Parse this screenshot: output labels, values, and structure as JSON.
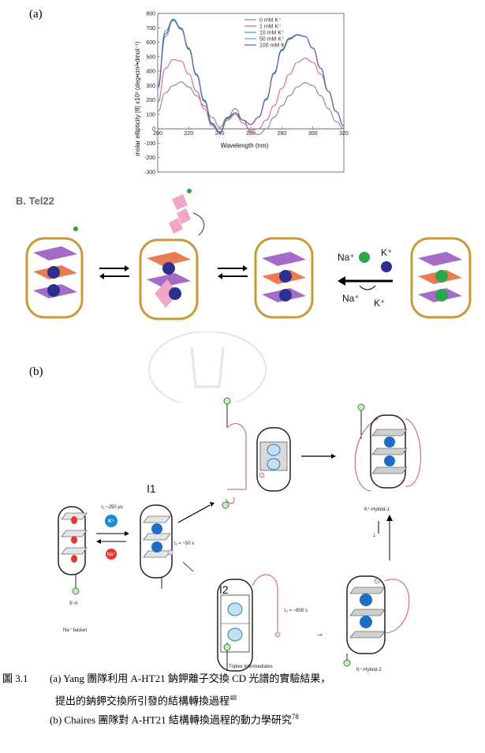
{
  "labels": {
    "panel_a": "(a)",
    "panel_b": "(b)",
    "tel22": "B. Tel22"
  },
  "chart_data": {
    "type": "line",
    "xlabel": "Wavelength (nm)",
    "ylabel": "molar ellipticity [θ] x10³ (deg•cm²•dmol⁻¹)",
    "xlim": [
      200,
      320
    ],
    "ylim": [
      -300,
      800
    ],
    "xticks": [
      "200",
      "220",
      "240",
      "260",
      "280",
      "300",
      "320"
    ],
    "yticks": [
      "800",
      "700",
      "600",
      "500",
      "400",
      "300",
      "200",
      "100",
      "0",
      "-100",
      "-200",
      "-300"
    ],
    "legend_position": "top-right",
    "x": [
      200,
      205,
      210,
      215,
      220,
      225,
      230,
      235,
      240,
      245,
      250,
      255,
      260,
      265,
      270,
      275,
      280,
      285,
      290,
      295,
      300,
      305,
      310,
      315,
      320
    ],
    "series": [
      {
        "name": "0 mM K⁺",
        "color": "#888888",
        "values": [
          120,
          250,
          300,
          325,
          290,
          230,
          160,
          80,
          10,
          80,
          140,
          60,
          -20,
          -40,
          0,
          80,
          160,
          230,
          290,
          320,
          300,
          230,
          140,
          50,
          0
        ]
      },
      {
        "name": "1 mM K⁺",
        "color": "#d6658f",
        "values": [
          180,
          420,
          480,
          470,
          380,
          260,
          140,
          20,
          -30,
          60,
          100,
          40,
          -10,
          0,
          60,
          160,
          280,
          380,
          460,
          490,
          460,
          380,
          260,
          120,
          20
        ]
      },
      {
        "name": "10 mM K⁺",
        "color": "#3aa38a",
        "values": [
          300,
          680,
          760,
          700,
          560,
          380,
          200,
          40,
          -20,
          80,
          110,
          60,
          30,
          80,
          200,
          380,
          540,
          620,
          650,
          640,
          560,
          420,
          260,
          120,
          20
        ]
      },
      {
        "name": "50 mM K⁺",
        "color": "#5aa0d8",
        "values": [
          280,
          640,
          750,
          690,
          550,
          370,
          190,
          30,
          -30,
          70,
          110,
          60,
          30,
          80,
          210,
          390,
          550,
          630,
          655,
          640,
          560,
          420,
          260,
          120,
          20
        ]
      },
      {
        "name": "100 mM K⁺",
        "color": "#6b5ea8",
        "values": [
          290,
          660,
          755,
          695,
          555,
          375,
          195,
          35,
          -25,
          75,
          110,
          60,
          30,
          80,
          205,
          385,
          545,
          625,
          650,
          640,
          560,
          420,
          260,
          120,
          20
        ]
      }
    ]
  },
  "tel22": {
    "na_label": "Na⁺",
    "k_label": "K⁺",
    "na_label_2": "Na⁺",
    "k_label_2": "K⁺"
  },
  "scheme": {
    "i1": "I1",
    "i2": "I2",
    "tau1": "τ₁ ~250 μs",
    "tau2": "τ₂ = ~50 s",
    "tau3": "τ₃ = ~800 s",
    "k_ion": "K⁺",
    "na_ion": "Na⁺",
    "five_prime": "5'-A",
    "na_basket": "Na⁺ basket",
    "triplex": "Triplex  Intermediates",
    "hybrid1": "K⁺-Hybrid-1",
    "hybrid2": "K⁺-Hybrid-2"
  },
  "caption": {
    "fig_no": "圖 3.1",
    "line1": "(a) Yang 團隊利用 A-HT21 鈉鉀離子交換 CD 光譜的實驗結果，",
    "line2": "提出的鈉鉀交換所引發的結構轉換過程",
    "ref1": "48",
    "line3": "(b) Chaires 團隊對 A-HT21 結構轉換過程的動力學研究",
    "ref2": "78"
  }
}
